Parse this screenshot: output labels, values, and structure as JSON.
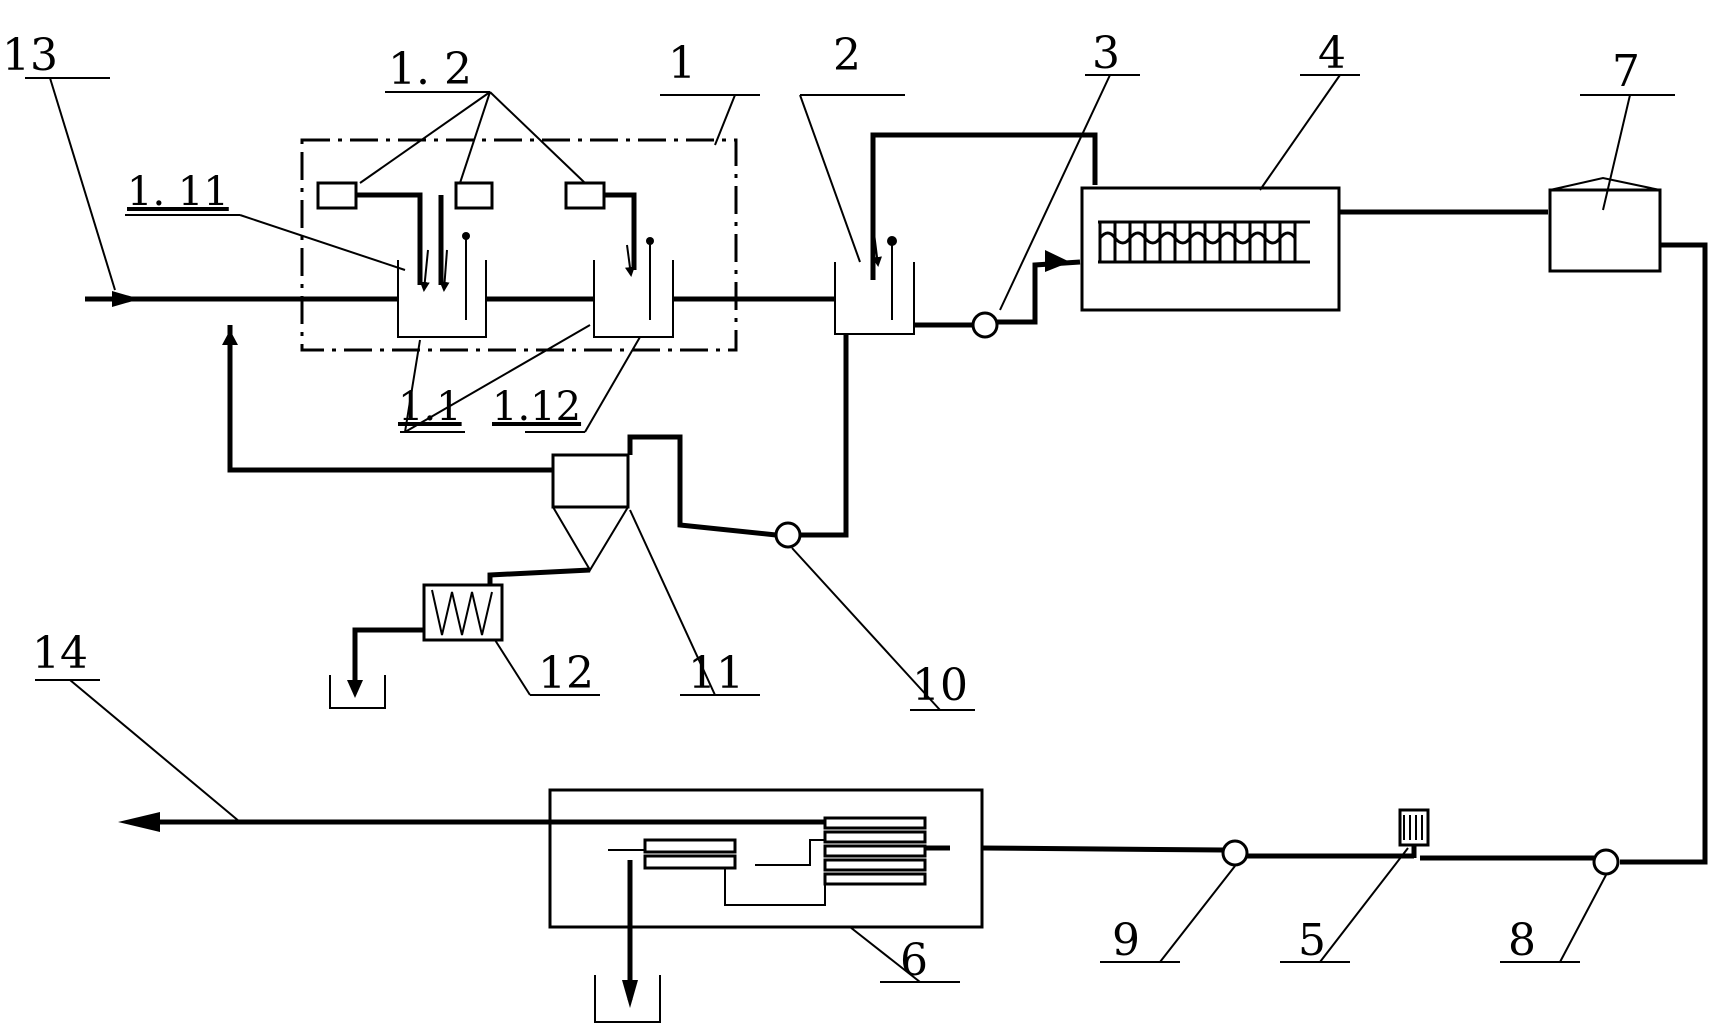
{
  "labels": {
    "l13": "13",
    "l1_2": "1. 2",
    "l1": "1",
    "l2": "2",
    "l3": "3",
    "l4": "4",
    "l7": "7",
    "l1_11": "1. 11",
    "l1_1": "1.1",
    "l1_12": "1.12",
    "l14": "14",
    "l12": "12",
    "l11": "11",
    "l10": "10",
    "l6": "6",
    "l9": "9",
    "l5": "5",
    "l8": "8"
  }
}
